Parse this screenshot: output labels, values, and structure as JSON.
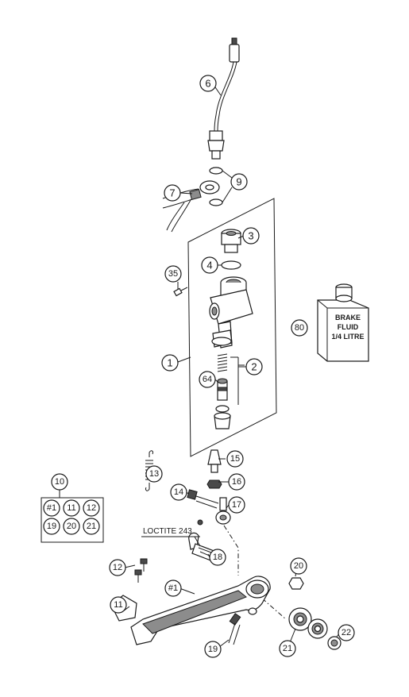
{
  "callouts": {
    "c1": "1",
    "c2": "2",
    "c3": "3",
    "c4": "4",
    "c6": "6",
    "c7": "7",
    "c9": "9",
    "c10": "10",
    "c11": "11",
    "c12": "12",
    "c13": "13",
    "c14": "14",
    "c15": "15",
    "c16": "16",
    "c17": "17",
    "c18": "18",
    "c19": "19",
    "c20": "20",
    "c21": "21",
    "c22": "22",
    "c35": "35",
    "c64": "64",
    "c80": "80",
    "h1": "#1"
  },
  "kit_box": {
    "title": "10",
    "items": [
      "#1",
      "11",
      "12",
      "19",
      "20",
      "21"
    ]
  },
  "loctite_label": "LOCTITE 243",
  "bottle_label": [
    "BRAKE",
    "FLUID",
    "1/4 LITRE"
  ]
}
